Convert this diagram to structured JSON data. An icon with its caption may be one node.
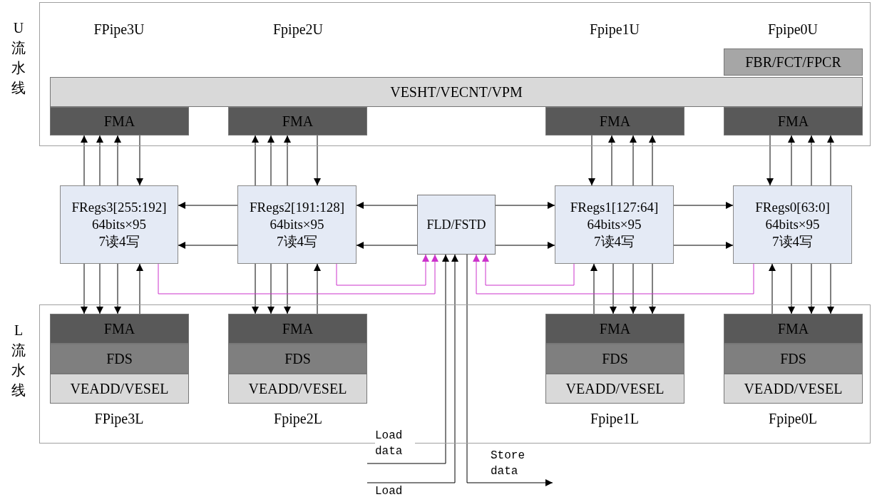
{
  "diagram": {
    "nodes": [
      {
        "text": [
          "U流水线"
        ]
      },
      {
        "text": [
          "FBR/FCT/FPCR"
        ],
        "in": 0
      },
      {
        "text": [
          "VESHT/VECNT/VPM"
        ],
        "in": 0
      },
      {
        "text": [
          "FMA"
        ],
        "in": 0
      },
      {
        "text": [
          "FMA"
        ],
        "in": 0
      },
      {
        "text": [
          "FMA"
        ],
        "in": 0
      },
      {
        "text": [
          "FMA"
        ],
        "in": 0
      },
      {
        "text": [
          "FRegs3[255:192]",
          "64bits×95",
          "7读4写"
        ]
      },
      {
        "text": [
          "FRegs2[191:128]",
          "64bits×95",
          "7读4写"
        ]
      },
      {
        "text": [
          "FLD/FSTD"
        ]
      },
      {
        "text": [
          "FRegs1[127:64]",
          "64bits×95",
          "7读4写"
        ]
      },
      {
        "text": [
          "FRegs0[63:0]",
          "64bits×95",
          "7读4写"
        ]
      },
      {
        "text": [
          "L流水线"
        ]
      },
      {
        "text": [
          "FMA"
        ],
        "in": 12
      },
      {
        "text": [
          "FDS"
        ],
        "in": 12
      },
      {
        "text": [
          "VEADD/VESEL"
        ],
        "in": 12,
        "beside": [
          "FPipe3L"
        ]
      },
      {
        "text": [
          "FMA"
        ],
        "in": 12
      },
      {
        "text": [
          "FDS"
        ],
        "in": 12
      },
      {
        "text": [
          "VEADD/VESEL"
        ],
        "in": 12,
        "beside": [
          "Fpipe2L"
        ]
      },
      {
        "text": [
          "FMA"
        ],
        "in": 12
      },
      {
        "text": [
          "FDS"
        ],
        "in": 12
      },
      {
        "text": [
          "VEADD/VESEL"
        ],
        "in": 12,
        "beside": [
          "Fpipe1L"
        ]
      },
      {
        "text": [
          "FMA"
        ],
        "in": 12
      },
      {
        "text": [
          "FDS"
        ],
        "in": 12
      },
      {
        "text": [
          "VEADD/VESEL"
        ],
        "in": 12,
        "beside": [
          "Fpipe0L"
        ]
      }
    ],
    "edges": [
      {
        "from": 7,
        "to": 3,
        "arrow": "to"
      },
      {
        "from": 7,
        "to": 3,
        "arrow": "to"
      },
      {
        "from": 7,
        "to": 3,
        "arrow": "to"
      },
      {
        "from": 3,
        "to": 7,
        "arrow": "to"
      },
      {
        "from": 8,
        "to": 4,
        "arrow": "to"
      },
      {
        "from": 8,
        "to": 4,
        "arrow": "to"
      },
      {
        "from": 8,
        "to": 4,
        "arrow": "to"
      },
      {
        "from": 4,
        "to": 8,
        "arrow": "to"
      },
      {
        "from": 5,
        "to": 10,
        "arrow": "to"
      },
      {
        "from": 10,
        "to": 5,
        "arrow": "to"
      },
      {
        "from": 10,
        "to": 5,
        "arrow": "to"
      },
      {
        "from": 10,
        "to": 5,
        "arrow": "to"
      },
      {
        "from": 6,
        "to": 11,
        "arrow": "to"
      },
      {
        "from": 11,
        "to": 6,
        "arrow": "to"
      },
      {
        "from": 11,
        "to": 6,
        "arrow": "to"
      },
      {
        "from": 11,
        "to": 6,
        "arrow": "to"
      },
      {
        "from": 8,
        "to": 7,
        "arrow": "to"
      },
      {
        "from": 9,
        "to": 8,
        "arrow": "to"
      },
      {
        "from": 9,
        "to": 10,
        "arrow": "to"
      },
      {
        "from": 10,
        "to": 11,
        "arrow": "to"
      },
      {
        "from": 8,
        "to": 7,
        "arrow": "to"
      },
      {
        "from": 9,
        "to": 8,
        "arrow": "to"
      },
      {
        "from": 9,
        "to": 10,
        "arrow": "to"
      },
      {
        "from": 10,
        "to": 11,
        "arrow": "to"
      },
      {
        "from": 7,
        "to": 13,
        "arrow": "to"
      },
      {
        "from": 7,
        "to": 13,
        "arrow": "to"
      },
      {
        "from": 7,
        "to": 13,
        "arrow": "to"
      },
      {
        "from": 13,
        "to": 7,
        "arrow": "to"
      },
      {
        "from": 8,
        "to": 16,
        "arrow": "to"
      },
      {
        "from": 8,
        "to": 16,
        "arrow": "to"
      },
      {
        "from": 8,
        "to": 16,
        "arrow": "to"
      },
      {
        "from": 16,
        "to": 8,
        "arrow": "to"
      },
      {
        "from": 19,
        "to": 10,
        "arrow": "to"
      },
      {
        "from": 10,
        "to": 19,
        "arrow": "to"
      },
      {
        "from": 10,
        "to": 19,
        "arrow": "to"
      },
      {
        "from": 10,
        "to": 19,
        "arrow": "to"
      },
      {
        "from": 22,
        "to": 11,
        "arrow": "to"
      },
      {
        "from": 11,
        "to": 22,
        "arrow": "to"
      },
      {
        "from": 11,
        "to": 22,
        "arrow": "to"
      },
      {
        "from": 11,
        "to": 22,
        "arrow": "to"
      },
      {
        "from": 7,
        "to": 9,
        "arrow": "to",
        "color": "#cc33cc"
      },
      {
        "from": 8,
        "to": 9,
        "arrow": "to",
        "color": "#cc33cc"
      },
      {
        "from": 10,
        "to": 9,
        "arrow": "to",
        "color": "#cc33cc"
      },
      {
        "from": 11,
        "to": 9,
        "arrow": "to",
        "color": "#cc33cc"
      },
      {
        "from": null,
        "to": 9,
        "arrow": "to",
        "label": "Load data"
      },
      {
        "from": null,
        "to": 9,
        "arrow": "to",
        "label": "Load"
      },
      {
        "from": 9,
        "to": null,
        "arrow": "to",
        "label": "Store data"
      }
    ],
    "labels": [
      "FPipe3U",
      "Fpipe2U",
      "Fpipe1U",
      "Fpipe0U"
    ]
  }
}
